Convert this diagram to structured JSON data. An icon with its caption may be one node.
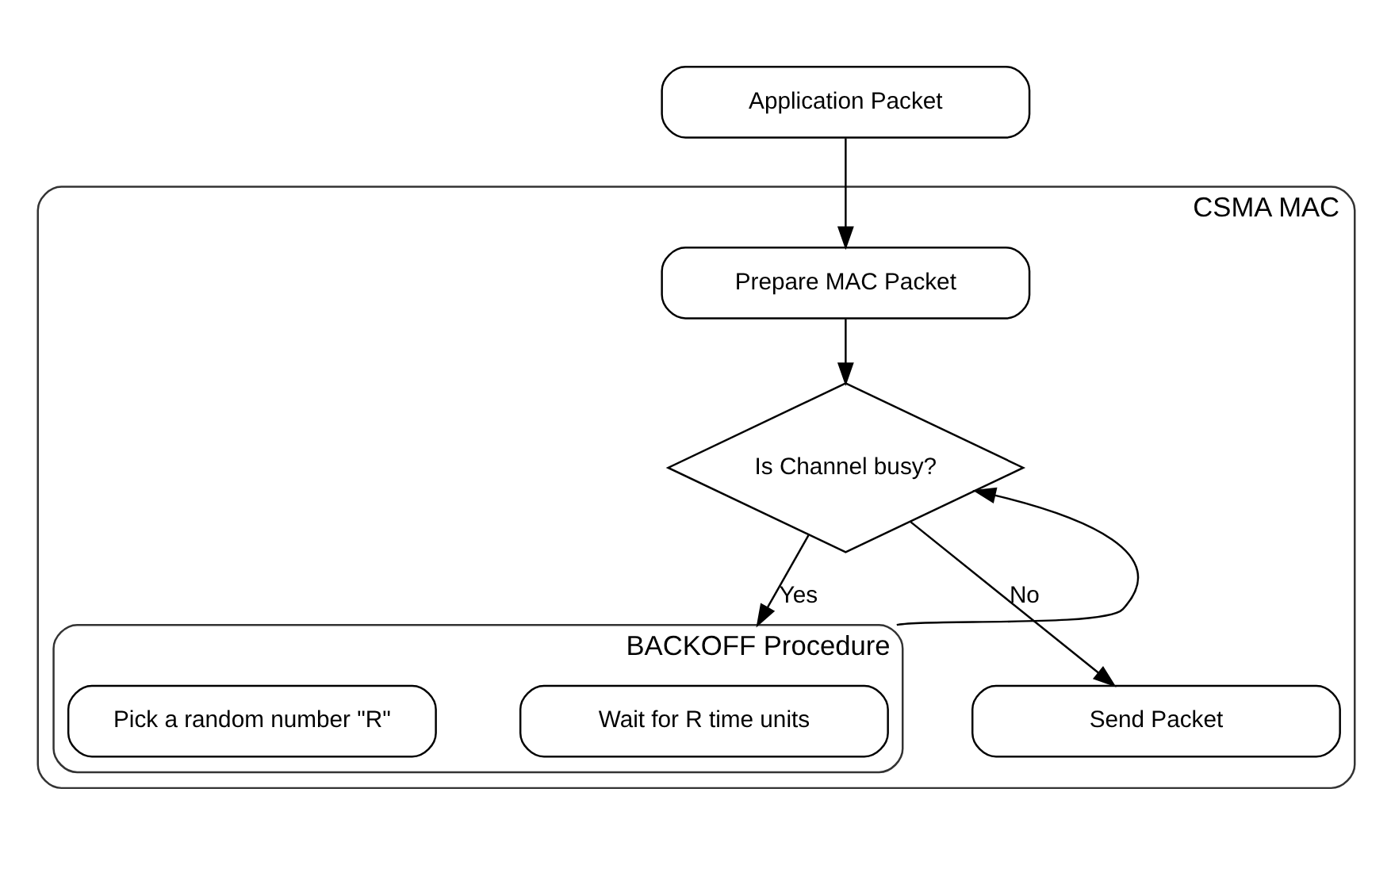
{
  "diagram": {
    "nodes": [
      {
        "text": [
          "Application Packet"
        ]
      },
      {
        "text": [
          "CSMA MAC"
        ]
      },
      {
        "text": [
          "Prepare MAC Packet"
        ],
        "in": 1
      },
      {
        "text": [
          "Is Channel busy?"
        ],
        "in": 1
      },
      {
        "text": [
          "BACKOFF Procedure"
        ],
        "in": 1
      },
      {
        "text": [
          "Wait for R time units"
        ],
        "in": 4
      },
      {
        "text": [
          "Pick a random number \"R\""
        ],
        "in": 4
      },
      {
        "text": [
          "Send Packet"
        ],
        "in": 1
      }
    ],
    "edges": [
      {
        "from": 0,
        "to": 2,
        "arrow": "to"
      },
      {
        "from": 2,
        "to": 3,
        "arrow": "to"
      },
      {
        "from": 3,
        "to": 4,
        "arrow": "to",
        "label": "Yes"
      },
      {
        "from": 4,
        "to": 3,
        "arrow": "to"
      },
      {
        "from": 3,
        "to": 7,
        "arrow": "to",
        "label": "No"
      }
    ]
  }
}
